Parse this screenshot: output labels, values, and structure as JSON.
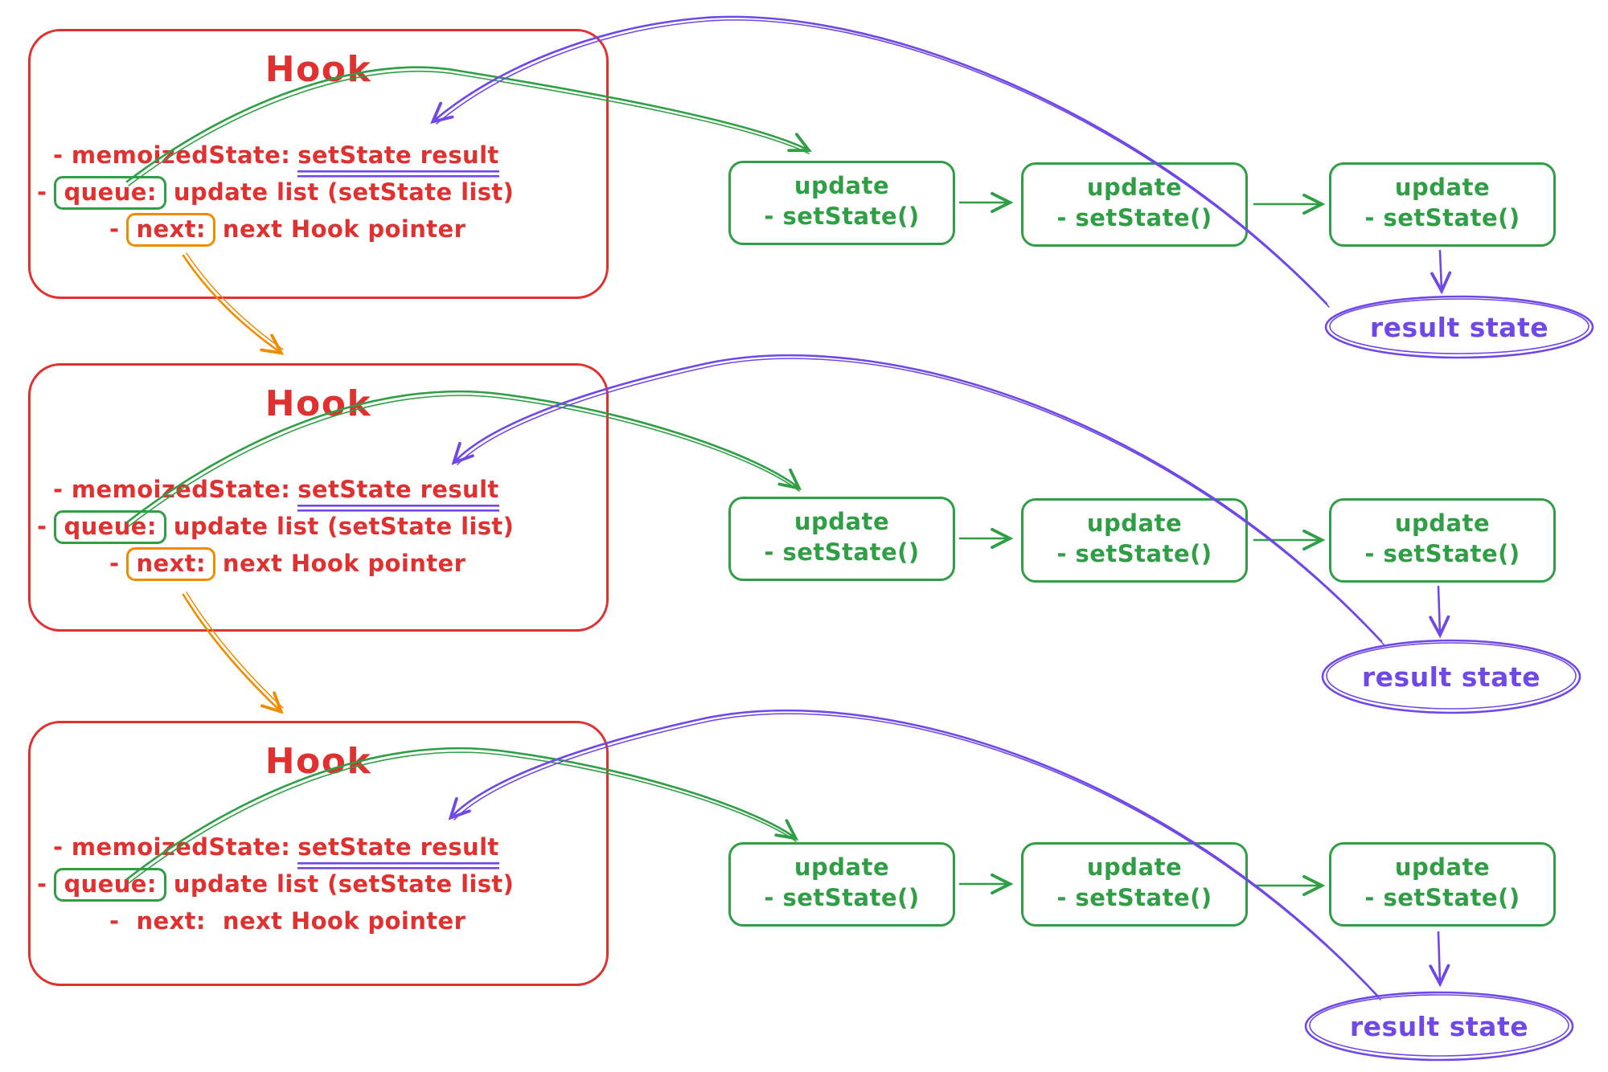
{
  "colors": {
    "red": "#e03131",
    "green": "#2f9e44",
    "purple": "#7048e8",
    "orange": "#f08c00"
  },
  "rows": [
    {
      "hook": {
        "title": "Hook",
        "memoized": {
          "label": "- memoizedState:",
          "value": "setState result"
        },
        "queue": {
          "dash": "-",
          "key": "queue:",
          "rest": "update list (setState list)"
        },
        "next": {
          "dash": "-",
          "key": "next:",
          "rest": "next Hook pointer"
        }
      },
      "updates": [
        {
          "title": "update",
          "item": "- setState()"
        },
        {
          "title": "update",
          "item": "- setState()"
        },
        {
          "title": "update",
          "item": "- setState()"
        }
      ],
      "result": "result state"
    },
    {
      "hook": {
        "title": "Hook",
        "memoized": {
          "label": "- memoizedState:",
          "value": "setState result"
        },
        "queue": {
          "dash": "-",
          "key": "queue:",
          "rest": "update list (setState list)"
        },
        "next": {
          "dash": "-",
          "key": "next:",
          "rest": "next Hook pointer"
        }
      },
      "updates": [
        {
          "title": "update",
          "item": "- setState()"
        },
        {
          "title": "update",
          "item": "- setState()"
        },
        {
          "title": "update",
          "item": "- setState()"
        }
      ],
      "result": "result state"
    },
    {
      "hook": {
        "title": "Hook",
        "memoized": {
          "label": "- memoizedState:",
          "value": "setState result"
        },
        "queue": {
          "dash": "-",
          "key": "queue:",
          "rest": "update list (setState list)"
        },
        "next": {
          "dash": "-",
          "key": "next:",
          "rest": "next Hook pointer"
        }
      },
      "updates": [
        {
          "title": "update",
          "item": "- setState()"
        },
        {
          "title": "update",
          "item": "- setState()"
        },
        {
          "title": "update",
          "item": "- setState()"
        }
      ],
      "result": "result state"
    }
  ]
}
